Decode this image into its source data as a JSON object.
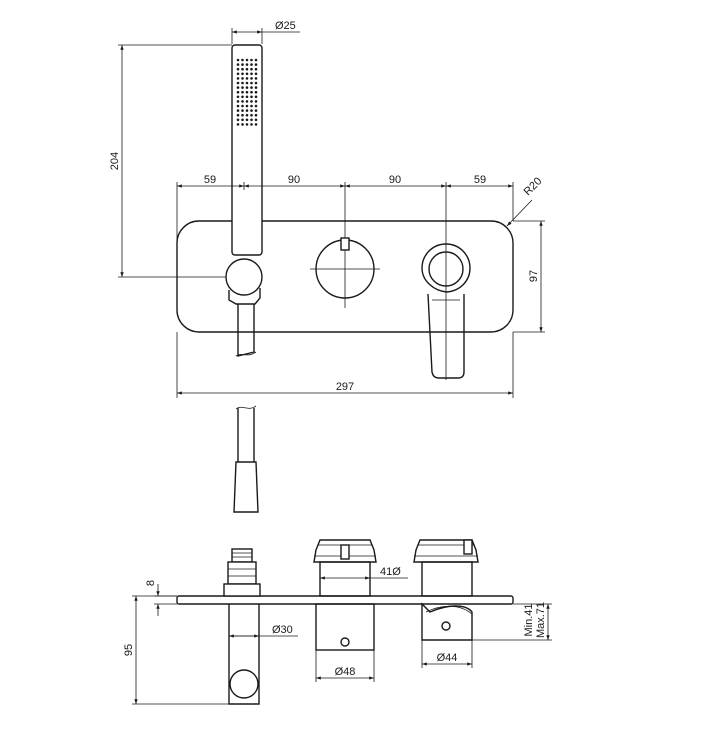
{
  "drawing": {
    "front_view": {
      "handshower_diameter": "Ø25",
      "handshower_height": "204",
      "spacing_left": "59",
      "spacing_mid_left": "90",
      "spacing_mid_right": "90",
      "spacing_right": "59",
      "corner_radius": "R20",
      "plate_height": "97",
      "plate_width": "297"
    },
    "side_view": {
      "plate_thickness": "8",
      "outlet_depth": "95",
      "outlet_diameter": "Ø30",
      "spindle_diameter": "41Ø",
      "knob_diameter": "Ø48",
      "lever_diameter": "Ø44",
      "depth_min": "Min.41",
      "depth_max": "Max.71"
    }
  },
  "colors": {
    "line": "#1a1a1a",
    "background": "#ffffff"
  }
}
